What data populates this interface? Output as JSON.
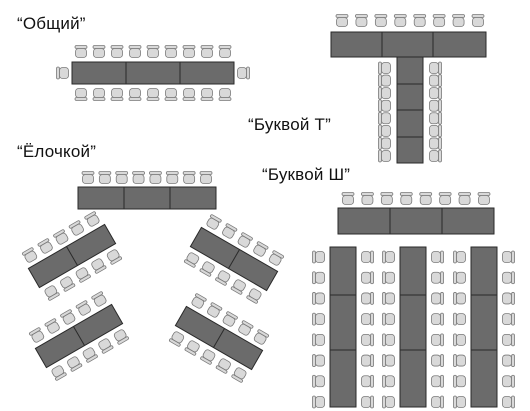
{
  "layouts": [
    {
      "key": "general",
      "label": "“Общий”"
    },
    {
      "key": "t",
      "label": "“Буквой Т”"
    },
    {
      "key": "herringbone",
      "label": "“Ёлочкой”"
    },
    {
      "key": "sh",
      "label": "“Буквой Ш”"
    }
  ],
  "colors": {
    "table_fill": "#6b6b6b",
    "table_border": "#2a2a2a",
    "chair_fill": "#d9d9d9",
    "chair_border": "#7a7a7a",
    "text": "#111111",
    "background": "#ffffff"
  }
}
